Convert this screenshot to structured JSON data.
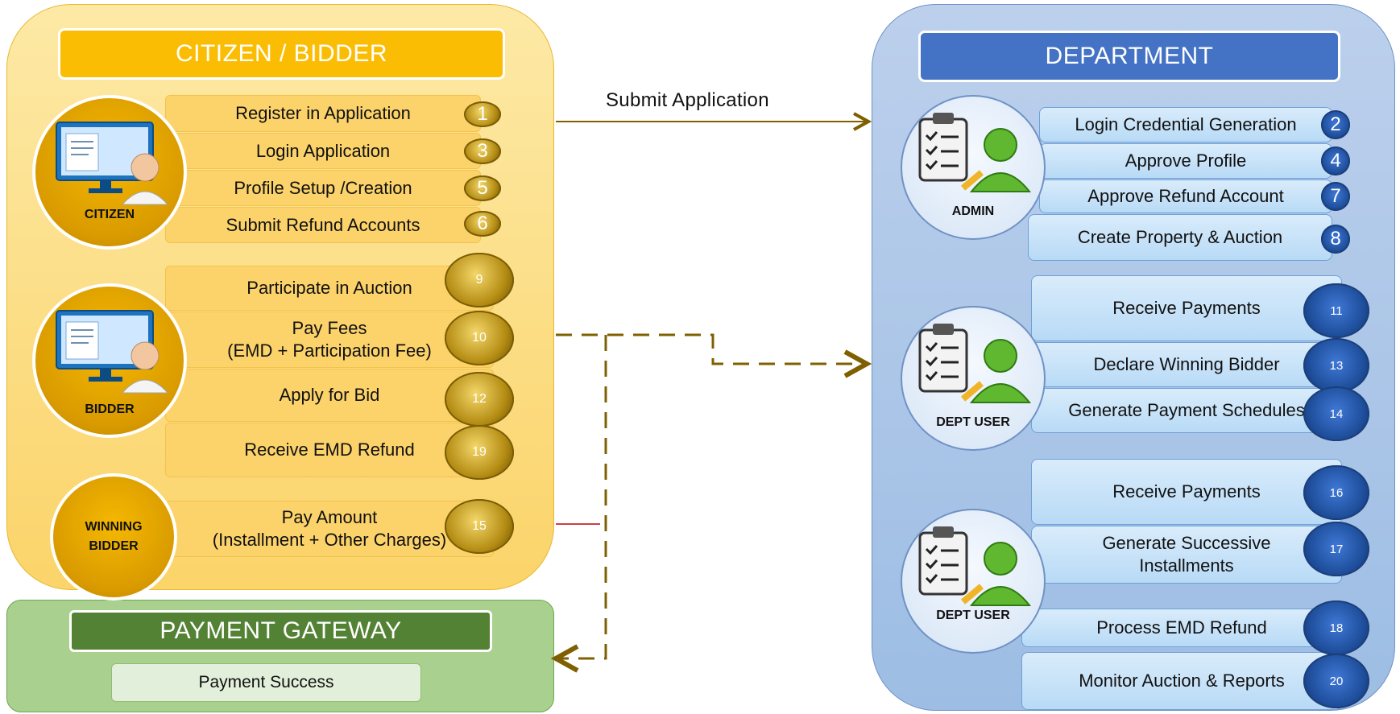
{
  "citizen_panel": {
    "title": "CITIZEN / BIDDER",
    "actors": {
      "citizen": "CITIZEN",
      "bidder": "BIDDER",
      "winning_bidder": "WINNING BIDDER"
    },
    "steps": [
      {
        "label": "Register in Application",
        "num": "1"
      },
      {
        "label": "Login Application",
        "num": "3"
      },
      {
        "label": "Profile Setup /Creation",
        "num": "5"
      },
      {
        "label": "Submit Refund Accounts",
        "num": "6"
      },
      {
        "label": "Participate in Auction",
        "num": "9"
      },
      {
        "label": "Pay Fees\n(EMD + Participation Fee)",
        "num": "10"
      },
      {
        "label": "Apply for Bid",
        "num": "12"
      },
      {
        "label": "Receive EMD Refund",
        "num": "19"
      },
      {
        "label": "Pay Amount\n(Installment + Other Charges)",
        "num": "15"
      }
    ]
  },
  "arrow_label": "Submit Application",
  "department_panel": {
    "title": "DEPARTMENT",
    "actors": {
      "admin": "ADMIN",
      "dept_user_1": "DEPT USER",
      "dept_user_2": "DEPT USER"
    },
    "steps": [
      {
        "label": "Login Credential Generation",
        "num": "2"
      },
      {
        "label": "Approve Profile",
        "num": "4"
      },
      {
        "label": "Approve Refund Account",
        "num": "7"
      },
      {
        "label": "Create Property & Auction",
        "num": "8"
      },
      {
        "label": "Receive Payments",
        "num": "11"
      },
      {
        "label": "Declare Winning Bidder",
        "num": "13"
      },
      {
        "label": "Generate Payment Schedules",
        "num": "14"
      },
      {
        "label": "Receive Payments",
        "num": "16"
      },
      {
        "label": "Generate Successive\nInstallments",
        "num": "17"
      },
      {
        "label": "Process EMD Refund",
        "num": "18"
      },
      {
        "label": "Monitor Auction & Reports",
        "num": "20"
      }
    ]
  },
  "payment_gateway": {
    "title": "PAYMENT GATEWAY",
    "status": "Payment Success"
  },
  "colors": {
    "citizen_header": "#fbbd04",
    "department_header": "#4472c4",
    "gateway_header": "#548235",
    "arrow": "#7f6000"
  }
}
